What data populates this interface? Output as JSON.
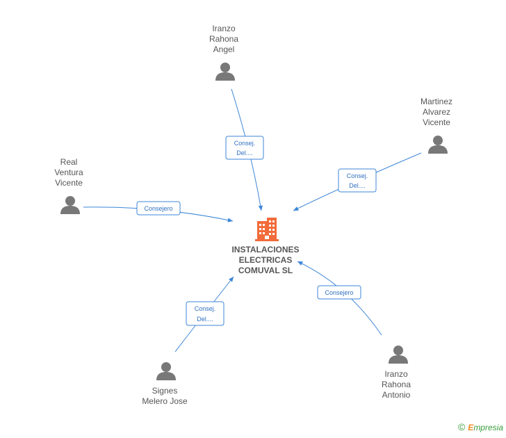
{
  "company": {
    "name_lines": [
      "INSTALACIONES",
      "ELECTRICAS",
      "COMUVAL SL"
    ],
    "icon": "building-icon",
    "icon_color": "#f26b3a"
  },
  "persons": [
    {
      "id": "iranzo-rahona-angel",
      "name_lines": [
        "Iranzo",
        "Rahona",
        "Angel"
      ],
      "icon": "person-icon",
      "role_lines": [
        "Consej.",
        "Del...."
      ]
    },
    {
      "id": "martinez-alvarez-vicente",
      "name_lines": [
        "Martinez",
        "Alvarez",
        "Vicente"
      ],
      "icon": "person-icon",
      "role_lines": [
        "Consej.",
        "Del...."
      ]
    },
    {
      "id": "real-ventura-vicente",
      "name_lines": [
        "Real",
        "Ventura",
        "Vicente"
      ],
      "icon": "person-icon",
      "role_lines": [
        "Consejero"
      ]
    },
    {
      "id": "signes-melero-jose",
      "name_lines": [
        "Signes",
        "Melero Jose"
      ],
      "icon": "person-icon",
      "role_lines": [
        "Consej.",
        "Del...."
      ]
    },
    {
      "id": "iranzo-rahona-antonio",
      "name_lines": [
        "Iranzo",
        "Rahona",
        "Antonio"
      ],
      "icon": "person-icon",
      "role_lines": [
        "Consejero"
      ]
    }
  ],
  "colors": {
    "edge": "#3d86d8",
    "person": "#787878",
    "label": "#555555"
  },
  "footer": {
    "copyright": "©",
    "brand_first": "E",
    "brand_rest": "mpresia"
  }
}
